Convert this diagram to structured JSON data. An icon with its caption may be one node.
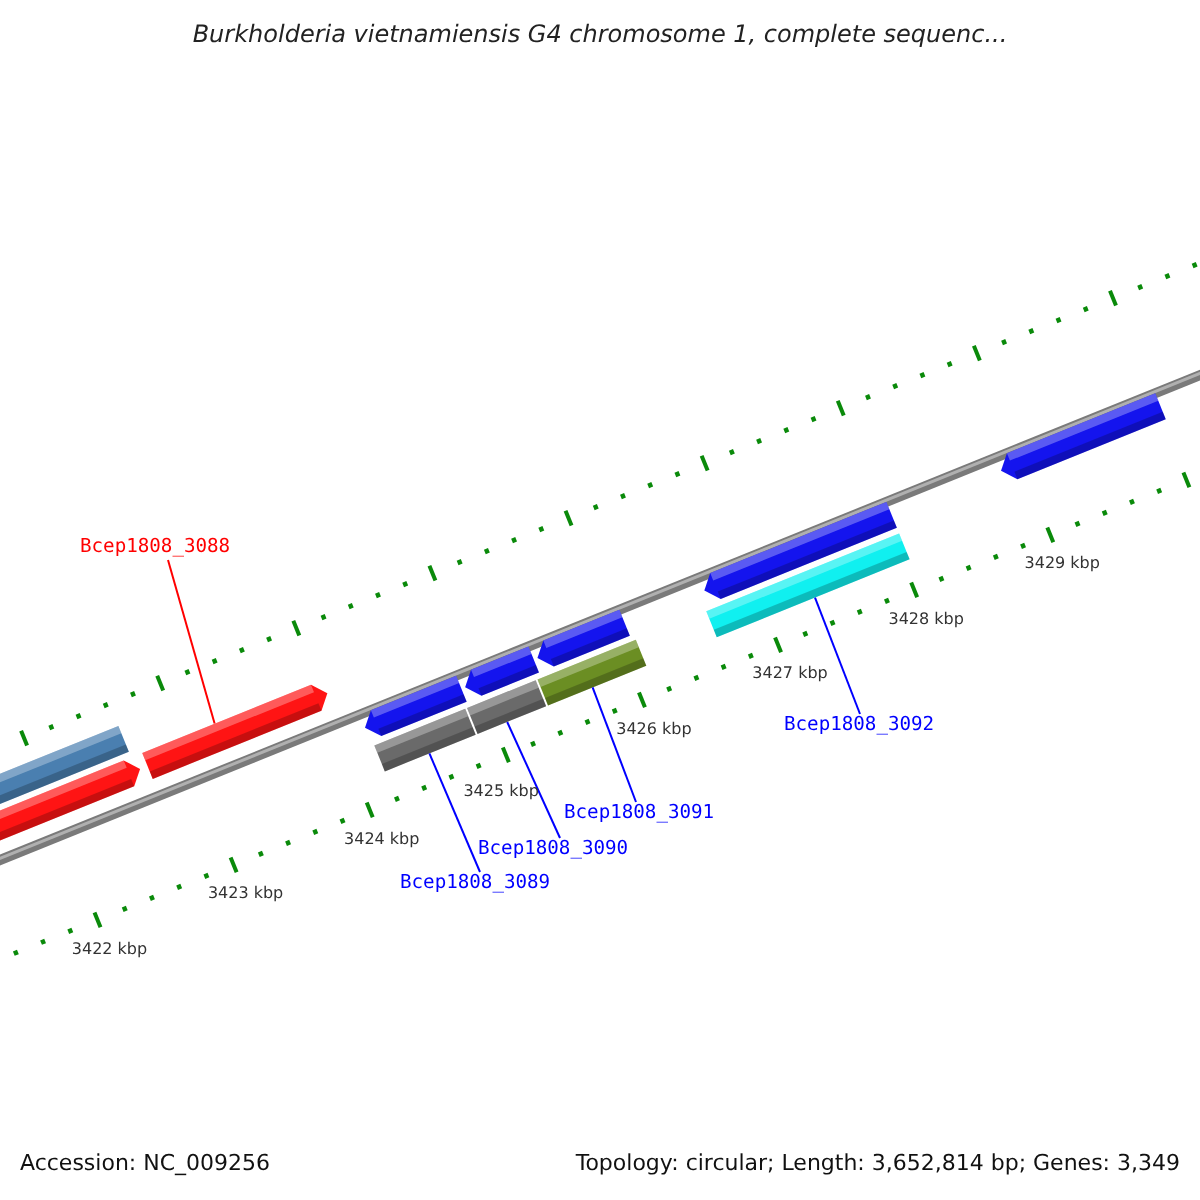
{
  "diagram": {
    "title": "Burkholderia vietnamiensis G4 chromosome 1, complete sequenc...",
    "nodes": [
      {
        "text": [
          "Bcep1808_3088"
        ]
      },
      {
        "text": [],
        "shape": "bar"
      },
      {
        "text": [],
        "shape": "bar"
      },
      {
        "text": [],
        "shape": "bar"
      },
      {
        "text": [],
        "shape": "bar"
      },
      {
        "text": [],
        "shape": "bar"
      },
      {
        "text": [],
        "shape": "bar"
      },
      {
        "text": [],
        "shape": "bar"
      },
      {
        "text": [],
        "shape": "bar"
      },
      {
        "text": [],
        "shape": "bar"
      },
      {
        "text": [],
        "shape": "bar"
      },
      {
        "text": [],
        "shape": "bar"
      },
      {
        "text": [],
        "shape": "bar"
      },
      {
        "text": [
          "Bcep1808_3092"
        ]
      },
      {
        "text": [
          "Bcep1808_3091"
        ]
      },
      {
        "text": [
          "Bcep1808_3090"
        ]
      },
      {
        "text": [
          "Bcep1808_3089"
        ]
      }
    ],
    "edges": [
      {
        "from": 0,
        "to": 3,
        "arrow": "none",
        "color": "#ff0000"
      },
      {
        "from": 16,
        "to": 9,
        "arrow": "none"
      },
      {
        "from": 15,
        "to": 10,
        "arrow": "none"
      },
      {
        "from": 14,
        "to": 11,
        "arrow": "none"
      },
      {
        "from": 13,
        "to": 12,
        "arrow": "none"
      }
    ],
    "labels": [
      "3422 kbp",
      "3423 kbp",
      "3424 kbp",
      "3425 kbp",
      "3426 kbp",
      "3427 kbp",
      "3428 kbp",
      "3429 kbp",
      "Accession: NC_009256",
      "Topology: circular; Length: 3,652,814 bp; Genes: 3,349"
    ]
  }
}
